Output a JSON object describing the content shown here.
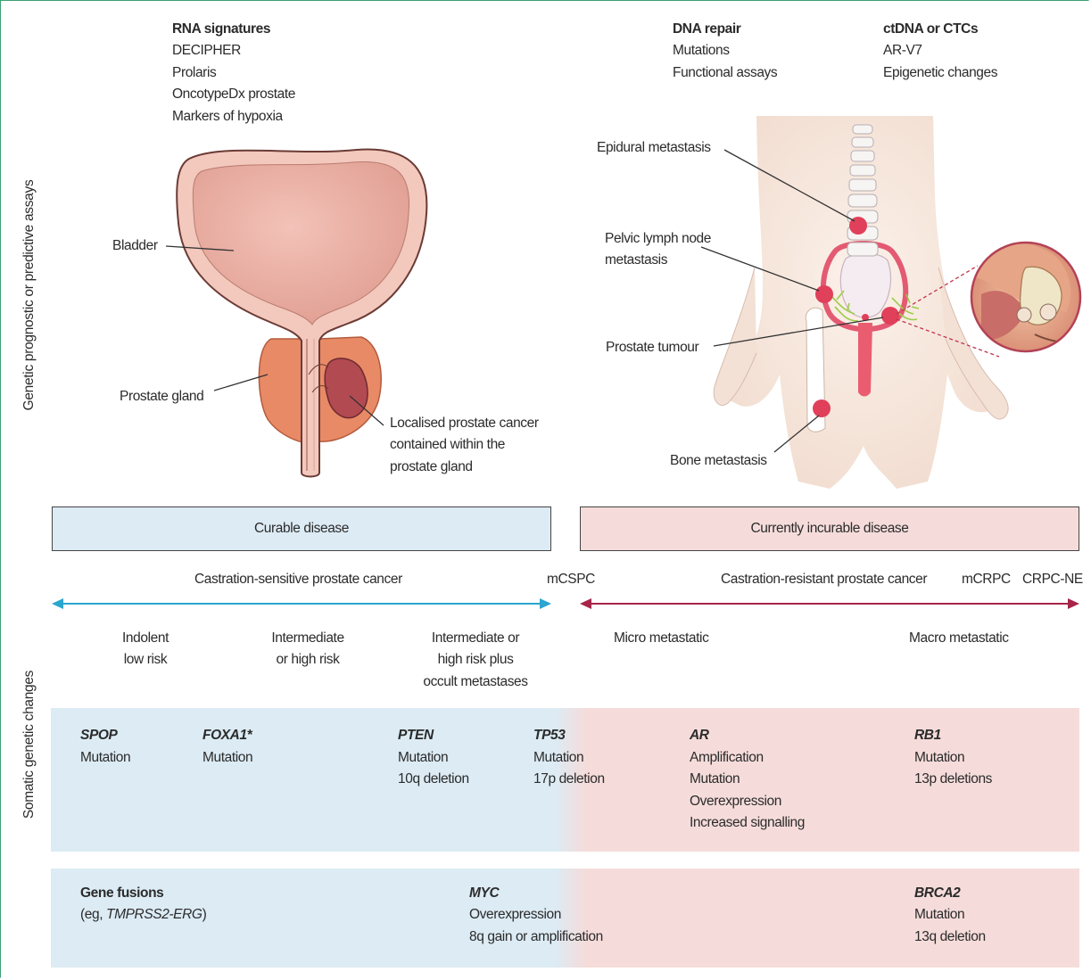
{
  "side_labels": {
    "top": "Genetic prognostic or predictive assays",
    "bottom": "Somatic genetic changes"
  },
  "assays": {
    "rna": {
      "title": "RNA signatures",
      "items": [
        "DECIPHER",
        "Prolaris",
        "OncotypeDx prostate",
        "Markers of hypoxia"
      ]
    },
    "dna": {
      "title": "DNA repair",
      "items": [
        "Mutations",
        "Functional assays"
      ]
    },
    "ctdna": {
      "title": "ctDNA or CTCs",
      "items": [
        "AR-V7",
        "Epigenetic changes"
      ]
    }
  },
  "left_figure": {
    "bladder": "Bladder",
    "prostate_gland": "Prostate gland",
    "localised": [
      "Localised prostate cancer",
      "contained within the",
      "prostate gland"
    ]
  },
  "right_figure": {
    "epidural": "Epidural metastasis",
    "pelvic": [
      "Pelvic lymph node",
      "metastasis"
    ],
    "prostate_tumour": "Prostate tumour",
    "bone": "Bone metastasis"
  },
  "disease_boxes": {
    "curable": "Curable disease",
    "incurable": "Currently incurable disease"
  },
  "stages": {
    "sensitive": "Castration-sensitive prostate cancer",
    "mcspc": "mCSPC",
    "resistant": "Castration-resistant prostate cancer",
    "mcrpc": "mCRPC",
    "crpc_ne": "CRPC-NE"
  },
  "risk_labels": {
    "indolent": [
      "Indolent",
      "low risk"
    ],
    "intermediate": [
      "Intermediate",
      "or high risk"
    ],
    "occult": [
      "Intermediate or",
      "high risk plus",
      "occult metastases"
    ],
    "micro": "Micro metastatic",
    "macro": "Macro metastatic"
  },
  "band1": [
    {
      "gene": "SPOP",
      "lines": [
        "Mutation"
      ]
    },
    {
      "gene": "FOXA1*",
      "lines": [
        "Mutation"
      ]
    },
    {
      "gene": "PTEN",
      "lines": [
        "Mutation",
        "10q deletion"
      ]
    },
    {
      "gene": "TP53",
      "lines": [
        "Mutation",
        "17p deletion"
      ]
    },
    {
      "gene": "AR",
      "lines": [
        "Amplification",
        "Mutation",
        "Overexpression",
        "Increased signalling"
      ]
    },
    {
      "gene": "RB1",
      "lines": [
        "Mutation",
        "13p deletions"
      ]
    }
  ],
  "band2": {
    "fusions_title": "Gene fusions",
    "fusions_eg": "(eg, ",
    "fusions_name": "TMPRSS2-ERG",
    "fusions_close": ")",
    "myc": {
      "gene": "MYC",
      "lines": [
        "Overexpression",
        "8q gain or amplification"
      ]
    },
    "brca2": {
      "gene": "BRCA2",
      "lines": [
        "Mutation",
        "13q deletion"
      ]
    }
  },
  "colors": {
    "frame": "#3aa074",
    "curable_fill": "#dcebf4",
    "incurable_fill": "#f5dcda",
    "blue_arrow": "#2aa6cf",
    "red_arrow": "#a8254a",
    "bladder": "#e6a89e",
    "prostate": "#e98a66",
    "tumour": "#b24a52",
    "metastasis": "#e0405a",
    "skin": "#f6e8df"
  }
}
